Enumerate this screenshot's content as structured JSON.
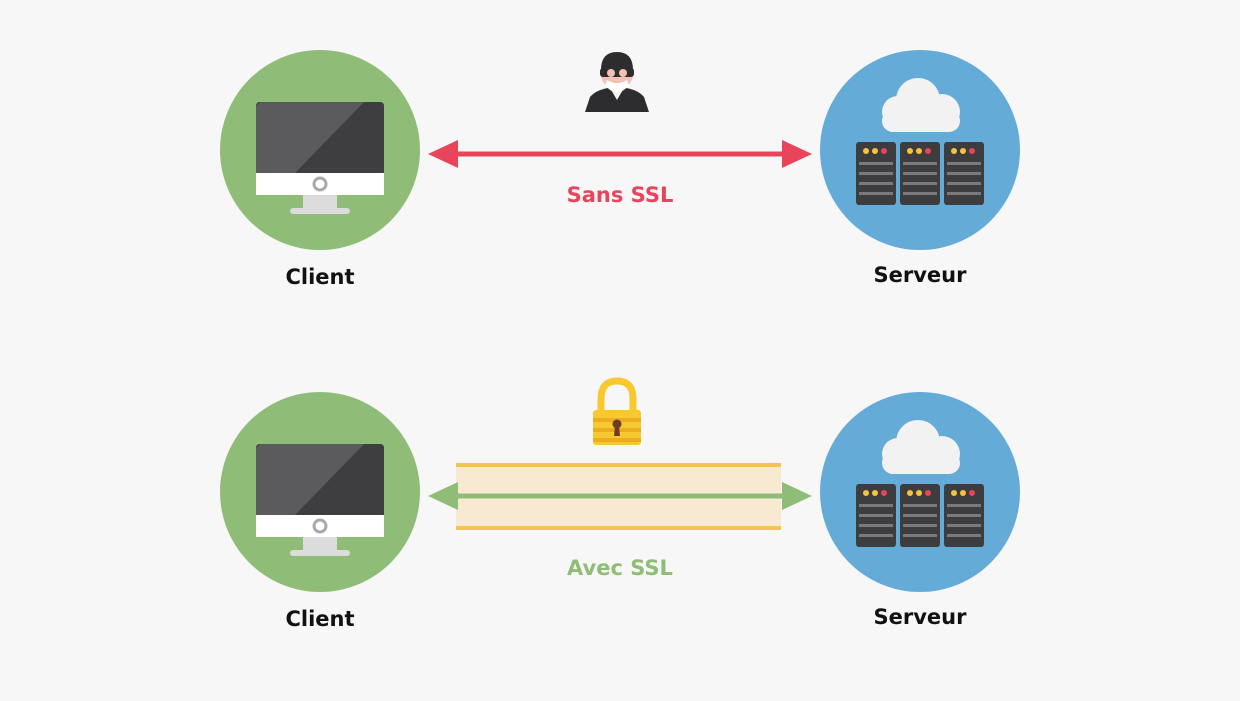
{
  "colors": {
    "background": "#f7f7f7",
    "client_circle": "#8fbd77",
    "server_circle": "#65abd7",
    "insecure_arrow": "#e8445a",
    "secure_arrow": "#8fbd77",
    "tunnel_fill": "#f8ead0",
    "tunnel_stroke": "#f3c44f",
    "monitor_frame": "#3e3e40",
    "monitor_screen": "#5b5b5e",
    "server_rack": "#3d3d3f",
    "cloud": "#f2f2f2",
    "lock_body": "#f7c92f",
    "hacker": "#2d2d2f"
  },
  "icons": {
    "client": "computer-monitor-icon",
    "server": "cloud-server-icon",
    "attacker": "hacker-icon",
    "secure": "padlock-icon"
  },
  "top": {
    "client_label": "Client",
    "server_label": "Serveur",
    "connection_label": "Sans SSL"
  },
  "bottom": {
    "client_label": "Client",
    "server_label": "Serveur",
    "connection_label": "Avec SSL"
  }
}
